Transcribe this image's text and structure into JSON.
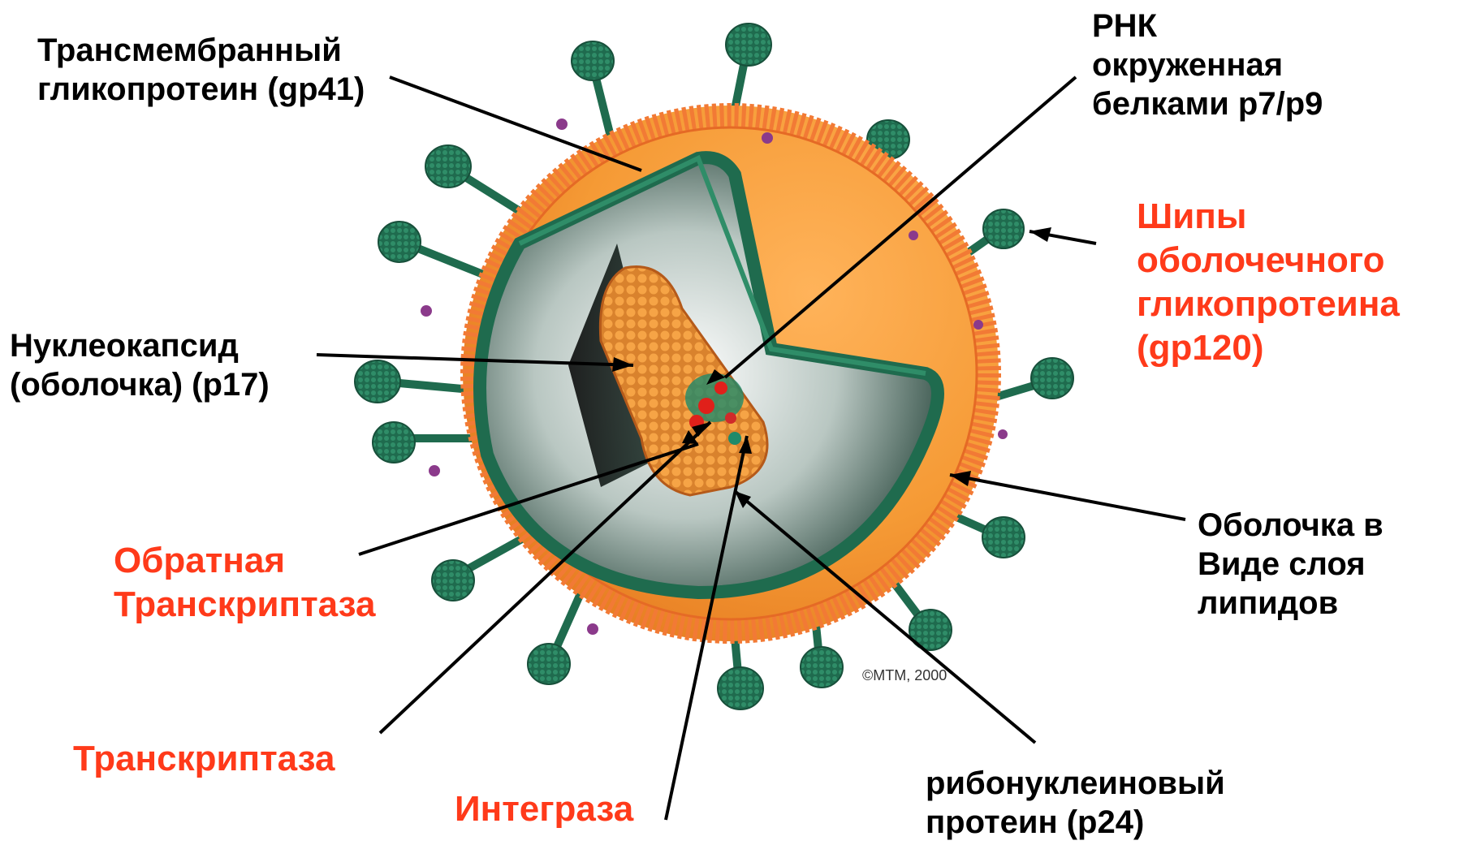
{
  "labels": {
    "transmembrane": [
      "Трансмембранный",
      "гликопротеин (gp41)"
    ],
    "rna": [
      "РНК",
      "окруженная",
      "белками p7/p9"
    ],
    "spikes": [
      "Шипы",
      "оболочечного",
      "гликопротеина",
      "(gp120)"
    ],
    "nucleocapsid": [
      "Нуклеокапсид",
      "(оболочка) (p17)"
    ],
    "lipid": [
      "Оболочка в",
      "Виде слоя",
      "липидов"
    ],
    "reverse_transcriptase": [
      "Обратная",
      "Транскриптаза"
    ],
    "transcriptase": "Транскриптаза",
    "integrase": "Интеграза",
    "ribonucleoprotein": [
      "рибонуклеиновый",
      "протеин (p24)"
    ]
  },
  "credit": "©MTM, 2000",
  "colors": {
    "black_label": "#000000",
    "red_label": "#ff3a1a",
    "envelope": "#f39a3a",
    "membrane": "#f0803a",
    "capsid": "#1f6b4e",
    "spike": "#2a7a5c"
  }
}
